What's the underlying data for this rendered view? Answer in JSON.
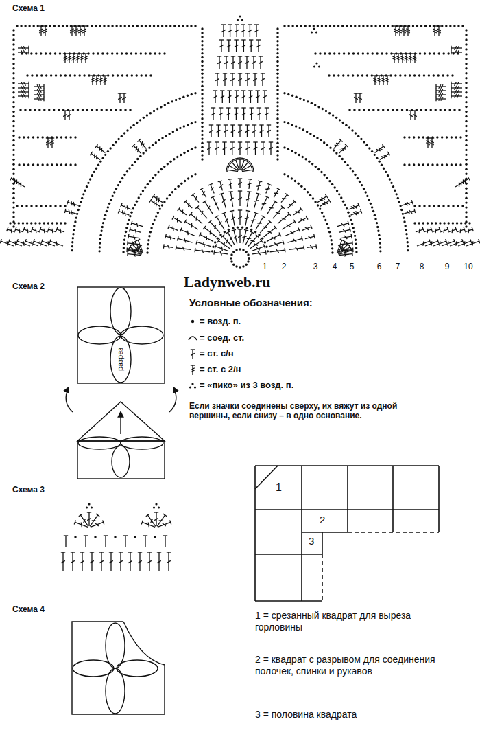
{
  "diagram": {
    "labels": [
      "Схема 1",
      "1",
      "2",
      "3",
      "4",
      "5",
      "6",
      "7",
      "8",
      "9",
      "10",
      "Ladynweb.ru",
      "Схема 2",
      "разрез",
      "Условные обозначения:",
      "Если значки соединены сверху, их вяжут из одной вершины, если снизу – в одно основание.",
      "Схема 3",
      "Схема 4",
      "1",
      "2",
      "3",
      "1 = срезанный квадрат для выреза горловины",
      "2 = квадрат с разрывом для соединения полочек, спинки и рукавов",
      "3 = половина квадрата"
    ],
    "legend": [
      {
        "text": "= возд. п."
      },
      {
        "text": "= соед. ст."
      },
      {
        "text": "= ст. с/н"
      },
      {
        "text": "= ст. с 2/н"
      },
      {
        "text": "= «пико» из 3 возд. п."
      }
    ]
  }
}
